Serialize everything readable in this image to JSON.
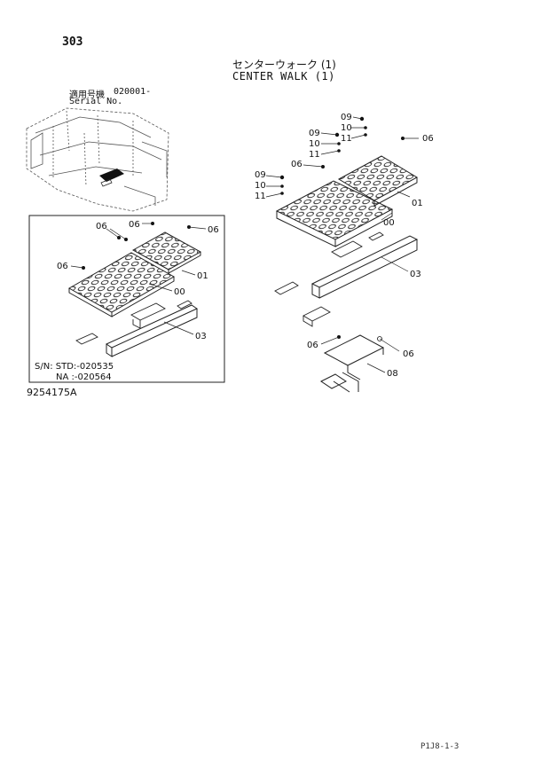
{
  "page_number": "303",
  "title_jp": "センターウォーク (1)",
  "title_en": "CENTER WALK (1)",
  "serial": {
    "label_jp": "適用号機",
    "label_en": "Serial No.",
    "value": "020001-"
  },
  "inset_serial": {
    "line1": "S/N: STD:-020535",
    "line2": "NA   :-020564"
  },
  "figure_code": "9254175A",
  "page_code": "P1J8-1-3",
  "main_callouts": {
    "c09a": "09",
    "c10a": "10",
    "c11a": "11",
    "c09b": "09",
    "c10b": "10",
    "c11b": "11",
    "c09c": "09",
    "c10c": "10",
    "c11c": "11",
    "c06a": "06",
    "c06b": "06",
    "c00": "00",
    "c01": "01",
    "c03": "03",
    "c06c": "06",
    "c06d": "06",
    "c08": "08"
  },
  "inset_callouts": {
    "c06a": "06",
    "c06b": "06",
    "c06c": "06",
    "c06d": "06",
    "c01": "01",
    "c00": "00",
    "c03": "03"
  }
}
